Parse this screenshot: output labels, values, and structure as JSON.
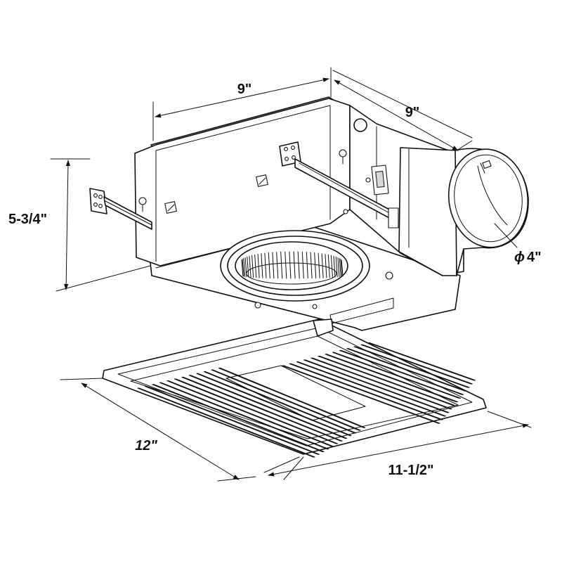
{
  "dimensions": {
    "top_width": "9\"",
    "top_depth": "9\"",
    "height": "5-3/4\"",
    "duct_diameter": "4\"",
    "grille_length": "12\"",
    "grille_width": "11-1/2\""
  },
  "symbols": {
    "diameter": "ϕ"
  }
}
